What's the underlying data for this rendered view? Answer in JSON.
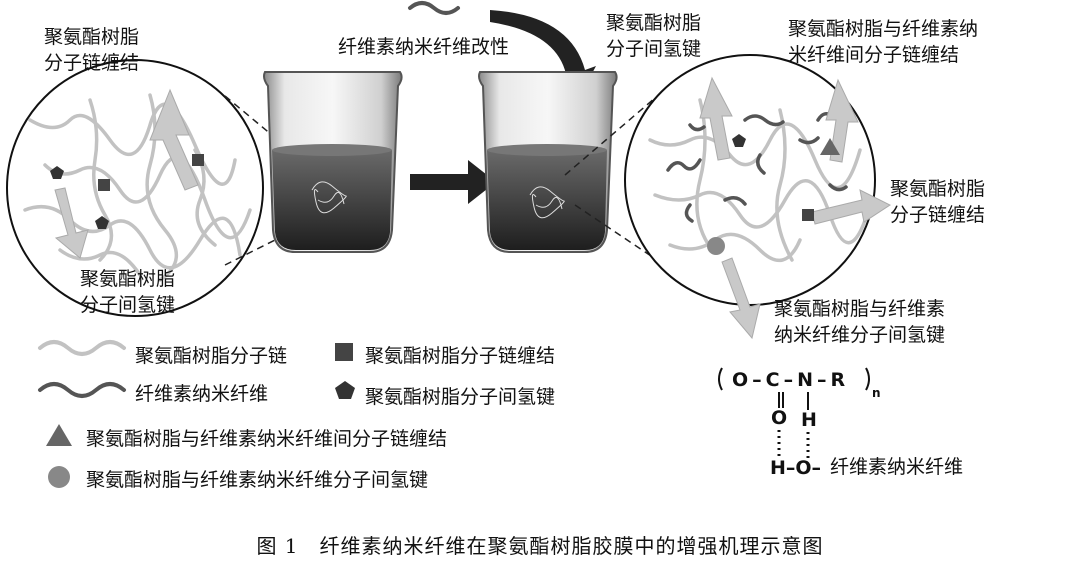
{
  "labels": {
    "left_top": [
      "聚氨酯树脂",
      "分子链缠结"
    ],
    "left_bottom": [
      "聚氨酯树脂",
      "分子间氢键"
    ],
    "modify": "纤维素纳米纤维改性",
    "right_top_a": [
      "聚氨酯树脂",
      "分子间氢键"
    ],
    "right_top_b": [
      "聚氨酯树脂与纤维素纳",
      "米纤维间分子链缠结"
    ],
    "right_mid": [
      "聚氨酯树脂",
      "分子链缠结"
    ],
    "right_bottom": [
      "聚氨酯树脂与纤维素",
      "纳米纤维分子间氢键"
    ]
  },
  "legend": [
    {
      "icon": "light-wave-line-icon",
      "text": "聚氨酯树脂分子链"
    },
    {
      "icon": "dark-wave-line-icon",
      "text": "纤维素纳米纤维"
    },
    {
      "icon": "gray-triangle-icon",
      "text": "聚氨酯树脂与纤维素纳米纤维间分子链缠结"
    },
    {
      "icon": "gray-circle-icon",
      "text": "聚氨酯树脂与纤维素纳米纤维分子间氢键"
    },
    {
      "icon": "dark-square-icon",
      "text": "聚氨酯树脂分子链缠结"
    },
    {
      "icon": "dark-pentagon-icon",
      "text": "聚氨酯树脂分子间氢键"
    }
  ],
  "chem": {
    "backbone": "O–C–N–R",
    "subscript": "n",
    "carbonyl_o": "O",
    "amine_h": "H",
    "hydroxyl": "H–O–",
    "hydroxyl_label": "纤维素纳米纤维"
  },
  "caption": "图 1　纤维素纳米纤维在聚氨酯树脂胶膜中的增强机理示意图",
  "colors": {
    "light_chain": "#bdbdbd",
    "dark_chain": "#555555",
    "arrow": "#c9c9c9",
    "liquid": "#4a4a4a"
  }
}
